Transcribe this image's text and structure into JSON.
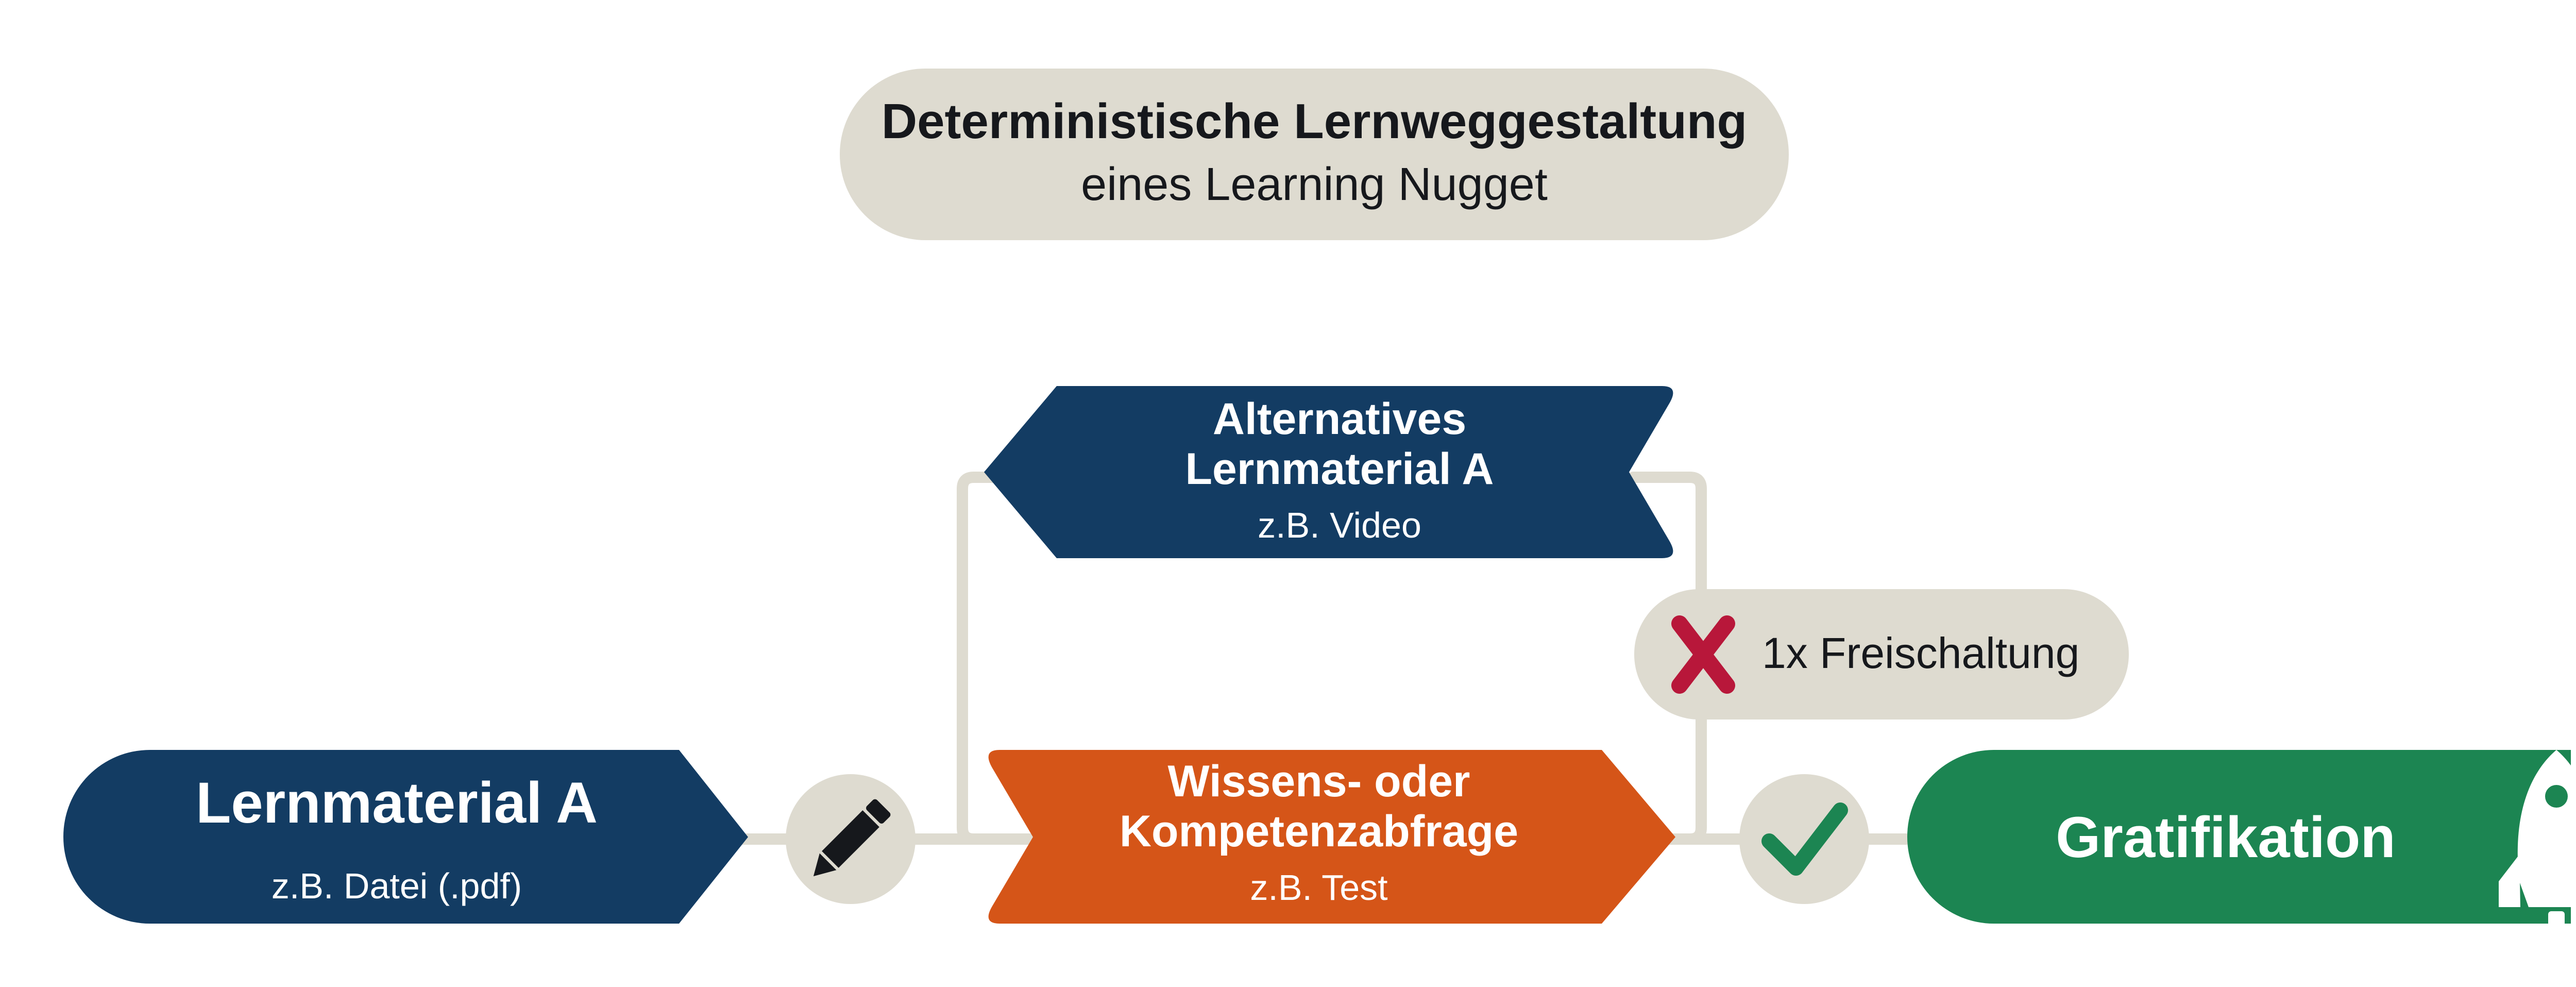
{
  "title": {
    "line1": "Deterministische Lernweggestaltung",
    "line2": "eines Learning Nugget"
  },
  "nodes": {
    "lernmaterial": {
      "title": "Lernmaterial A",
      "example": "z.B. Datei (.pdf)"
    },
    "alternativ": {
      "title_line1": "Alternatives",
      "title_line2": "Lernmaterial A",
      "example": "z.B. Video"
    },
    "abfrage": {
      "title_line1": "Wissens- oder",
      "title_line2": "Kompetenzabfrage",
      "example": "z.B. Test"
    },
    "gratifikation": {
      "title": "Gratifikation"
    },
    "freischaltung": {
      "label": "1x Freischaltung"
    }
  },
  "icons": {
    "edit": "pencil-icon",
    "fail": "x-mark-icon",
    "success": "check-icon",
    "reward": "rocket-icon"
  },
  "colors": {
    "navy": "#133c63",
    "orange": "#d55518",
    "green": "#1c8552",
    "beige": "#dedbd0",
    "crimson": "#b8173a",
    "check_green": "#1c8552"
  }
}
